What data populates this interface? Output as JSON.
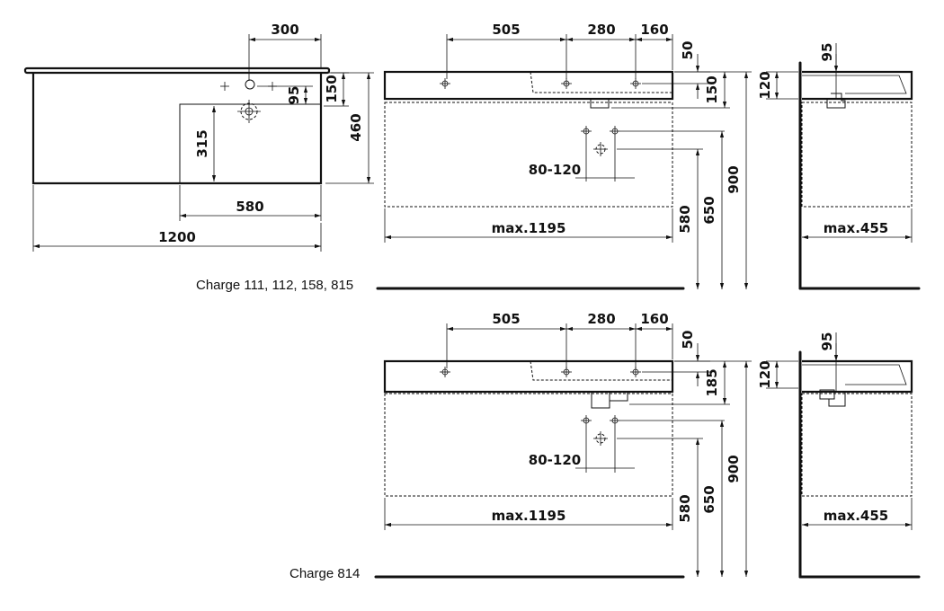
{
  "top_view": {
    "width_total": "1200",
    "height_total": "460",
    "tap_offset": "300",
    "bowl_width": "580",
    "bowl_depth": "315",
    "tap_to_edge": "150",
    "tap_to_bowl": "95"
  },
  "front_view_1": {
    "hole_spacing_1": "505",
    "hole_spacing_2": "280",
    "hole_spacing_3": "160",
    "rim_height": "50",
    "basin_height": "150",
    "waste_range": "80-120",
    "max_width": "max.1195",
    "height_580": "580",
    "height_650": "650",
    "height_900": "900",
    "caption": "Charge 111, 112, 158, 815"
  },
  "side_view_1": {
    "top_offset": "95",
    "basin_depth": "120",
    "max_depth": "max.455"
  },
  "front_view_2": {
    "hole_spacing_1": "505",
    "hole_spacing_2": "280",
    "hole_spacing_3": "160",
    "rim_height": "50",
    "basin_height": "185",
    "waste_range": "80-120",
    "max_width": "max.1195",
    "height_580": "580",
    "height_650": "650",
    "height_900": "900",
    "caption": "Charge 814"
  },
  "side_view_2": {
    "top_offset": "95",
    "basin_depth": "120",
    "max_depth": "max.455"
  }
}
